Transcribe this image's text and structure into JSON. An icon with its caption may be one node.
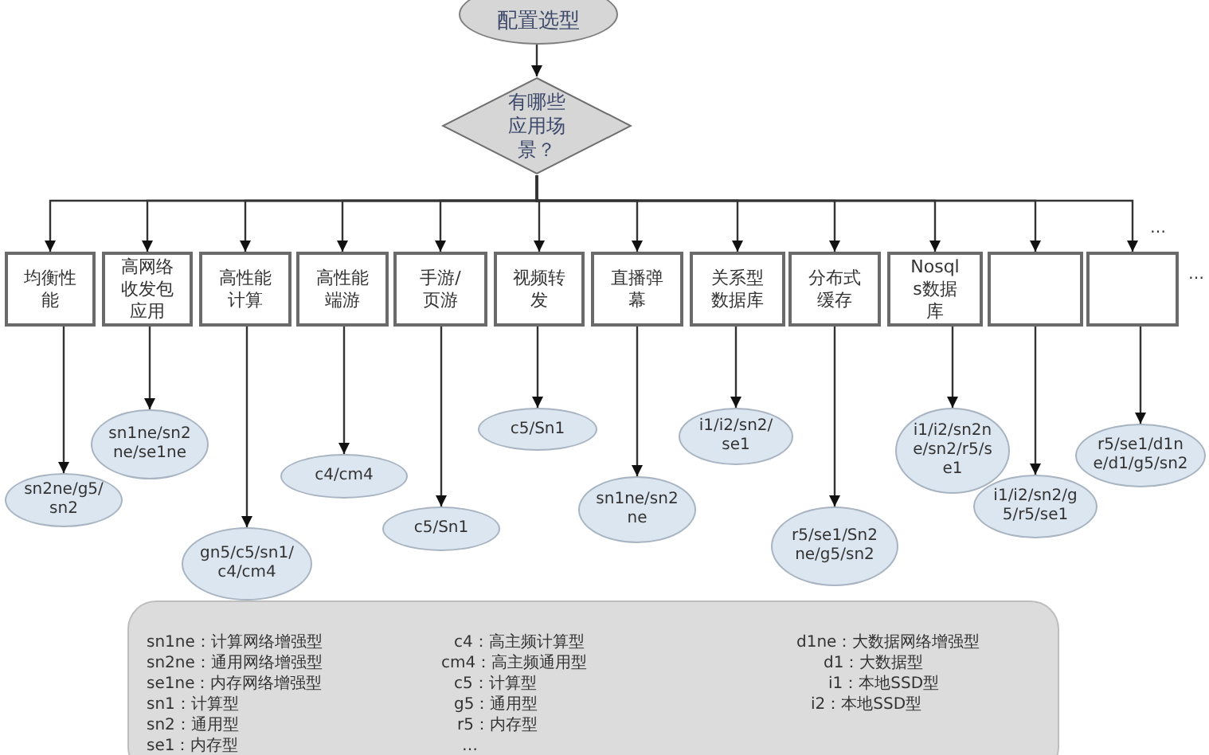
{
  "diagram": {
    "nodes": [
      {
        "text": [
          "配置选型"
        ]
      },
      {
        "text": [
          "有哪些应用场景？"
        ]
      },
      {
        "text": [
          "均衡性能"
        ]
      },
      {
        "text": [
          "高网络收发包应用"
        ]
      },
      {
        "text": [
          "高性能计算"
        ]
      },
      {
        "text": [
          "高性能端游"
        ]
      },
      {
        "text": [
          "手游/页游"
        ]
      },
      {
        "text": [
          "视频转发"
        ]
      },
      {
        "text": [
          "直播弹幕"
        ]
      },
      {
        "text": [
          "关系型数据库"
        ]
      },
      {
        "text": [
          "分布式缓存"
        ]
      },
      {
        "text": [
          "Nosqls数据库"
        ]
      },
      {
        "text": [],
        "shape": "box"
      },
      {
        "text": [],
        "shape": "box"
      },
      {
        "text": [
          "sn2ne/g5/sn2"
        ]
      },
      {
        "text": [
          "sn1ne/sn2ne/se1ne"
        ]
      },
      {
        "text": [
          "gn5/c5/sn1/c4/cm4"
        ]
      },
      {
        "text": [
          "c4/cm4"
        ]
      },
      {
        "text": [
          "c5/Sn1"
        ]
      },
      {
        "text": [
          "c5/Sn1"
        ]
      },
      {
        "text": [
          "sn1ne/sn2ne"
        ]
      },
      {
        "text": [
          "i1/i2/sn2/se1"
        ]
      },
      {
        "text": [
          "r5/se1/Sn2ne/g5/sn2"
        ]
      },
      {
        "text": [
          "i1/i2/sn2ne/sn2/r5/se1"
        ]
      },
      {
        "text": [
          "i1/i2/sn2/g5/r5/se1"
        ]
      },
      {
        "text": [
          "r5/se1/d1ne/d1/g5/sn2"
        ]
      }
    ],
    "edges": [
      {
        "from": 0,
        "to": 1,
        "arrow": "to"
      },
      {
        "from": 1,
        "to": 2,
        "arrow": "to"
      },
      {
        "from": 1,
        "to": 3,
        "arrow": "to"
      },
      {
        "from": 1,
        "to": 4,
        "arrow": "to"
      },
      {
        "from": 1,
        "to": 5,
        "arrow": "to"
      },
      {
        "from": 1,
        "to": 6,
        "arrow": "to"
      },
      {
        "from": 1,
        "to": 7,
        "arrow": "to"
      },
      {
        "from": 1,
        "to": 8,
        "arrow": "to"
      },
      {
        "from": 1,
        "to": 9,
        "arrow": "to"
      },
      {
        "from": 1,
        "to": 10,
        "arrow": "to"
      },
      {
        "from": 1,
        "to": 11,
        "arrow": "to"
      },
      {
        "from": 1,
        "to": 12,
        "arrow": "to"
      },
      {
        "from": 1,
        "to": 13,
        "arrow": "to"
      },
      {
        "from": 2,
        "to": 14,
        "arrow": "to"
      },
      {
        "from": 3,
        "to": 15,
        "arrow": "to"
      },
      {
        "from": 4,
        "to": 16,
        "arrow": "to"
      },
      {
        "from": 5,
        "to": 17,
        "arrow": "to"
      },
      {
        "from": 6,
        "to": 18,
        "arrow": "to"
      },
      {
        "from": 7,
        "to": 19,
        "arrow": "to"
      },
      {
        "from": 8,
        "to": 20,
        "arrow": "to"
      },
      {
        "from": 9,
        "to": 21,
        "arrow": "to"
      },
      {
        "from": 10,
        "to": 22,
        "arrow": "to"
      },
      {
        "from": 11,
        "to": 23,
        "arrow": "to"
      },
      {
        "from": 12,
        "to": 24,
        "arrow": "to"
      },
      {
        "from": 13,
        "to": 25,
        "arrow": "to"
      }
    ],
    "labels": [
      "…",
      "…",
      "sn1ne：计算网络增强型",
      "c4：高主频计算型",
      "d1ne：大数据网络增强型",
      "sn2ne：通用网络增强型",
      "cm4：高主频通用型",
      "d1：大数据型",
      "se1ne：内存网络增强型",
      "c5：计算型",
      "i1：本地SSD型",
      "sn1：计算型",
      "g5：通用型",
      "i2：本地SSD型",
      "sn2：通用型",
      "r5：内存型",
      "se1：内存型",
      "…"
    ]
  }
}
